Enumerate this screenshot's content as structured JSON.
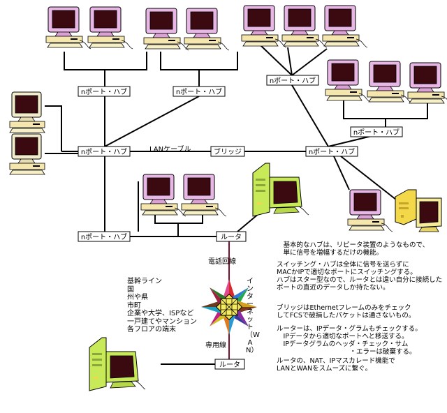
{
  "labels": {
    "hub": "nポート・ハブ",
    "bridge": "ブリッジ",
    "router": "ルータ",
    "lan_cable": "LANケーブル",
    "phone_line": "電話回線",
    "leased_line": "専用線",
    "internet_wan": "インターネット（WAN）"
  },
  "hierarchy_list": [
    "基幹ライン",
    "国",
    "州や県",
    "市町",
    "企業や大学、ISPなど",
    "一戸建てやマンション",
    "各フロアの端末"
  ],
  "notes": {
    "hub": "　基本的なハブは、リピータ装置のようなもので、\n　単に信号を増幅するだけの機能。",
    "switching_hub": "スイッチング・ハブは全体に信号を送らずに\nMACかIPで適切なポートにスイッチングする。\nハブはスター型なので、ルータとは違い自分に接続した\nポートの直近のデータしか持たない。",
    "bridge": "ブリッジはEthernetフレームのみをチェック\nしてFCSで破損したパケットは通さないもの。",
    "router_check": "ルーターは、IPデータ・グラムもチェックする。\n　IPデータから適切なポートへと移送する。\n　IPデータグラムのヘッダ・チェック・サム\n　　　　　　　　　　　・エラーは破棄する。",
    "router_nat": "ルータの、NAT、IPマスカレード機能で\nLANとWANをスムーズに繋ぐ。"
  },
  "colors": {
    "monitor_case": "#e9b7e5",
    "tower_beige": "#f5efc4",
    "tower_green": "#c8ea58",
    "screen": "#3a0a10",
    "wan_line": "#7a1030"
  }
}
